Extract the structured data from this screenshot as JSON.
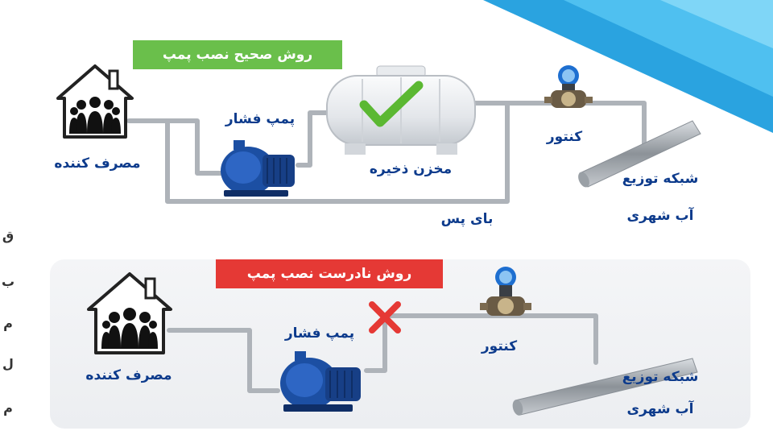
{
  "top_section": {
    "banner": "روش صحیح نصب پمپ",
    "banner_color": "#6abf4b",
    "consumer_label": "مصرف کننده",
    "pump_label": "پمپ فشار",
    "tank_label": "مخزن ذخیره",
    "meter_label": "کنتور",
    "bypass_label": "بای پس",
    "network_label_line1": "شبکه توزیع",
    "network_label_line2": "آب شهری"
  },
  "bottom_section": {
    "banner": "روش نادرست نصب پمپ",
    "banner_color": "#e53935",
    "consumer_label": "مصرف کننده",
    "pump_label": "پمپ فشار",
    "meter_label": "کنتور",
    "network_label_line1": "شبکه توزیع",
    "network_label_line2": "آب شهری"
  },
  "edge_text": [
    "ق",
    "ب",
    "م",
    "ل",
    "م"
  ],
  "icons": {
    "house": "house-with-people-icon",
    "pump": "water-pump-icon",
    "tank": "water-tank-icon",
    "meter": "water-meter-icon",
    "check": "checkmark-icon",
    "cross": "cross-icon"
  },
  "colors": {
    "label_text": "#0d3b8c",
    "pipe": "#b8bcc2",
    "pump_blue": "#1c4fa3",
    "accent_blue": "#1e9fe0"
  }
}
